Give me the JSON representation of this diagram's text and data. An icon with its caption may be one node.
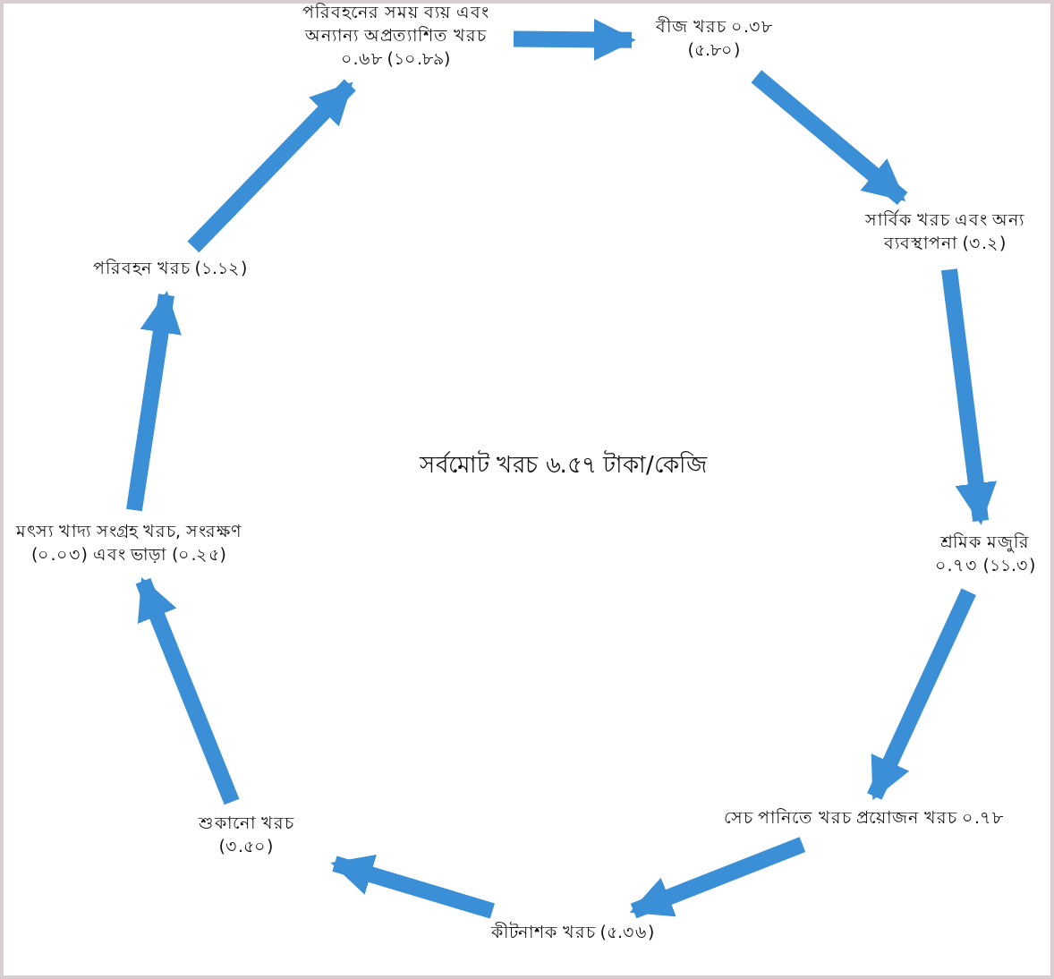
{
  "diagram": {
    "nodes": [
      {
        "text": [
          "পরিবহনের সময় ব্যয় এবং অন্যান্য অপ্রত্যাশিত খরচ ০.৬৮ (১০.৮৯)"
        ]
      },
      {
        "text": [
          "বীজ খরচ ০.৩৮ (৫.৮০)"
        ]
      },
      {
        "text": [
          "সার্বিক খরচ এবং অন্য ব্যবস্থাপনা (৩.২)"
        ]
      },
      {
        "text": [
          "শ্রমিক মজুরি ০.৭৩ (১১.৩)"
        ]
      },
      {
        "text": [
          "সেচ পানিতে খরচ প্রয়োজন খরচ ০.৭৮"
        ]
      },
      {
        "text": [
          "কীটনাশক খরচ (৫.৩৬)"
        ]
      },
      {
        "text": [
          "শুকানো খরচ (৩.৫০)"
        ]
      },
      {
        "text": [
          "মৎস্য খাদ্য সংগ্রহ খরচ, সংরক্ষণ (০.০৩) এবং ভাড়া (০.২৫)"
        ]
      },
      {
        "text": [
          "পরিবহন খরচ (১.১২)"
        ]
      }
    ],
    "edges": [
      {
        "from": 0,
        "to": 1,
        "arrow": "to"
      },
      {
        "from": 1,
        "to": 2,
        "arrow": "to"
      },
      {
        "from": 2,
        "to": 3,
        "arrow": "to"
      },
      {
        "from": 3,
        "to": 4,
        "arrow": "to"
      },
      {
        "from": 4,
        "to": 5,
        "arrow": "to"
      },
      {
        "from": 5,
        "to": 6,
        "arrow": "to"
      },
      {
        "from": 6,
        "to": 7,
        "arrow": "to"
      },
      {
        "from": 7,
        "to": 8,
        "arrow": "to"
      },
      {
        "from": 8,
        "to": 0,
        "arrow": "to"
      }
    ],
    "labels": [
      "সর্বমোট খরচ ৬.৫৭ টাকা/কেজি"
    ]
  }
}
